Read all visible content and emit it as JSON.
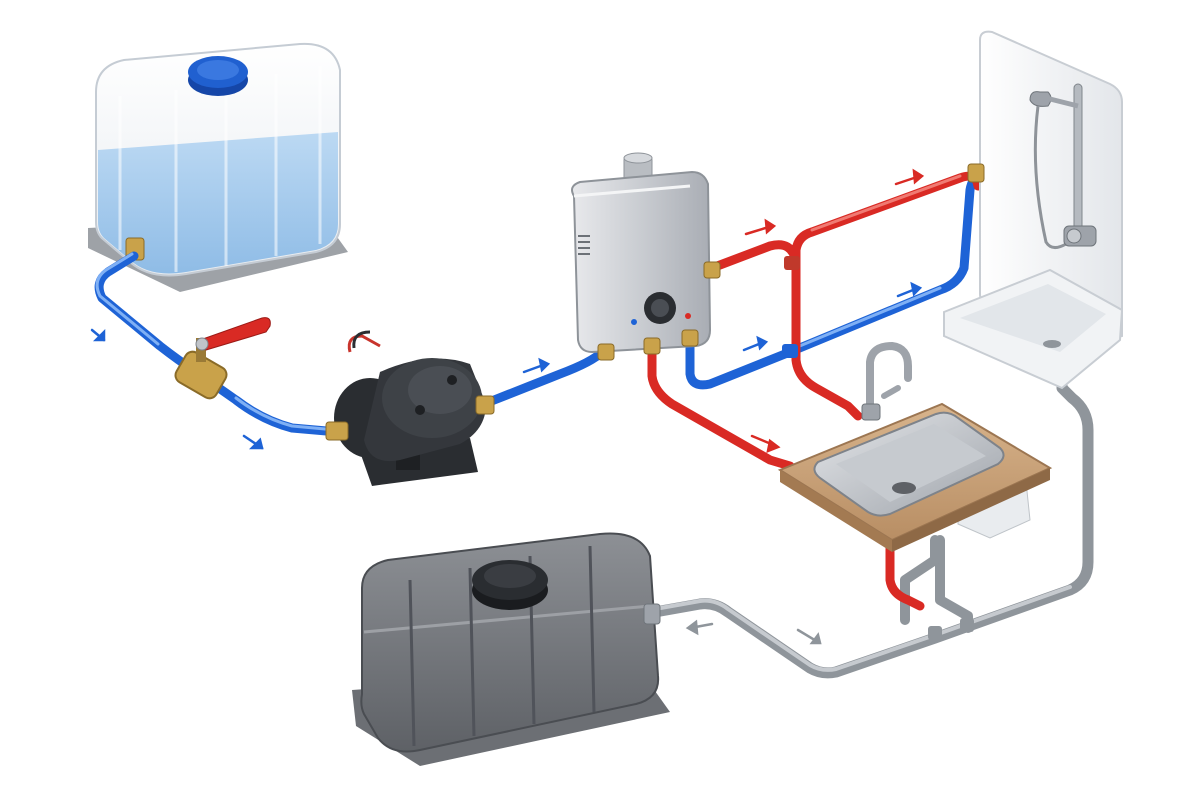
{
  "diagram": {
    "components": [
      {
        "id": "fresh-water-tank",
        "icon": "fresh-water-tank-icon"
      },
      {
        "id": "shutoff-valve",
        "icon": "ball-valve-icon"
      },
      {
        "id": "water-pump",
        "icon": "water-pump-icon"
      },
      {
        "id": "water-heater",
        "icon": "water-heater-icon"
      },
      {
        "id": "shower",
        "icon": "shower-icon"
      },
      {
        "id": "sink",
        "icon": "sink-icon"
      },
      {
        "id": "grey-water-tank",
        "icon": "grey-water-tank-icon"
      }
    ],
    "colors": {
      "cold": "#1e63d6",
      "hot": "#d92a24",
      "drain": "#9aa0a6",
      "fresh_water": "#a9cdee",
      "grey_tank": "#707378",
      "brass": "#c9a24a"
    }
  }
}
